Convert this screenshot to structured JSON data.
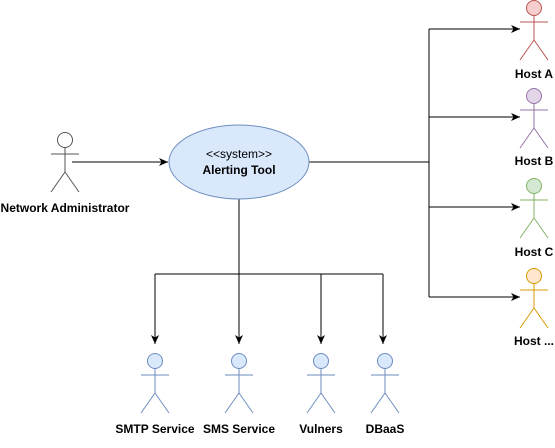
{
  "use_case": {
    "stereotype": "<<system>>",
    "name": "Alerting Tool",
    "fill": "#dae8fc",
    "stroke": "#6c8ebf"
  },
  "actors": {
    "admin": {
      "label": "Network Administrator",
      "fill": "#ffffff",
      "stroke": "#555555"
    },
    "host_a": {
      "label": "Host A",
      "fill": "#f8cecc",
      "stroke": "#b85450"
    },
    "host_b": {
      "label": "Host B",
      "fill": "#e1d5e7",
      "stroke": "#9673a6"
    },
    "host_c": {
      "label": "Host C",
      "fill": "#d5e8d4",
      "stroke": "#82b366"
    },
    "host_more": {
      "label": "Host ...",
      "fill": "#ffe6cc",
      "stroke": "#d79b00"
    },
    "smtp": {
      "label": "SMTP Service",
      "fill": "#dae8fc",
      "stroke": "#6c8ebf"
    },
    "sms": {
      "label": "SMS Service",
      "fill": "#dae8fc",
      "stroke": "#6c8ebf"
    },
    "vulners": {
      "label": "Vulners",
      "fill": "#dae8fc",
      "stroke": "#6c8ebf"
    },
    "dbaas": {
      "label": "DBaaS",
      "fill": "#dae8fc",
      "stroke": "#6c8ebf"
    }
  }
}
